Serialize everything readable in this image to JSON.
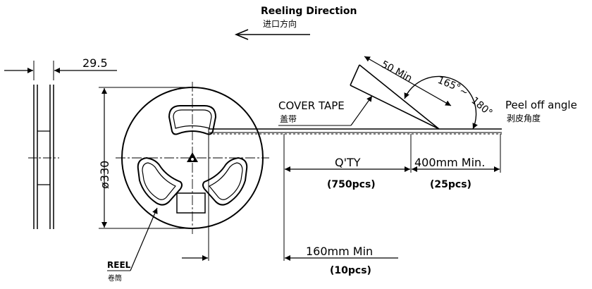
{
  "reeling": {
    "title": "Reeling Direction",
    "subtitle": "进口方向"
  },
  "width_dim": "29.5",
  "diameter_dim": "ø330",
  "cover_tape": {
    "label": "COVER TAPE",
    "cn": "盖带"
  },
  "peel": {
    "label": "Peel off angle",
    "cn": "剥皮角度",
    "angle_min": "165°",
    "tilde": "~",
    "angle_max": "180°",
    "length": "50 Min"
  },
  "qty": {
    "label": "Q'TY",
    "count": "(750pcs)"
  },
  "trailer": {
    "label": "400mm  Min.",
    "count": "(25pcs)"
  },
  "leader": {
    "label": "160mm  Min",
    "count": "(10pcs)"
  },
  "reel": {
    "label": "REEL",
    "cn": "卷筒"
  }
}
